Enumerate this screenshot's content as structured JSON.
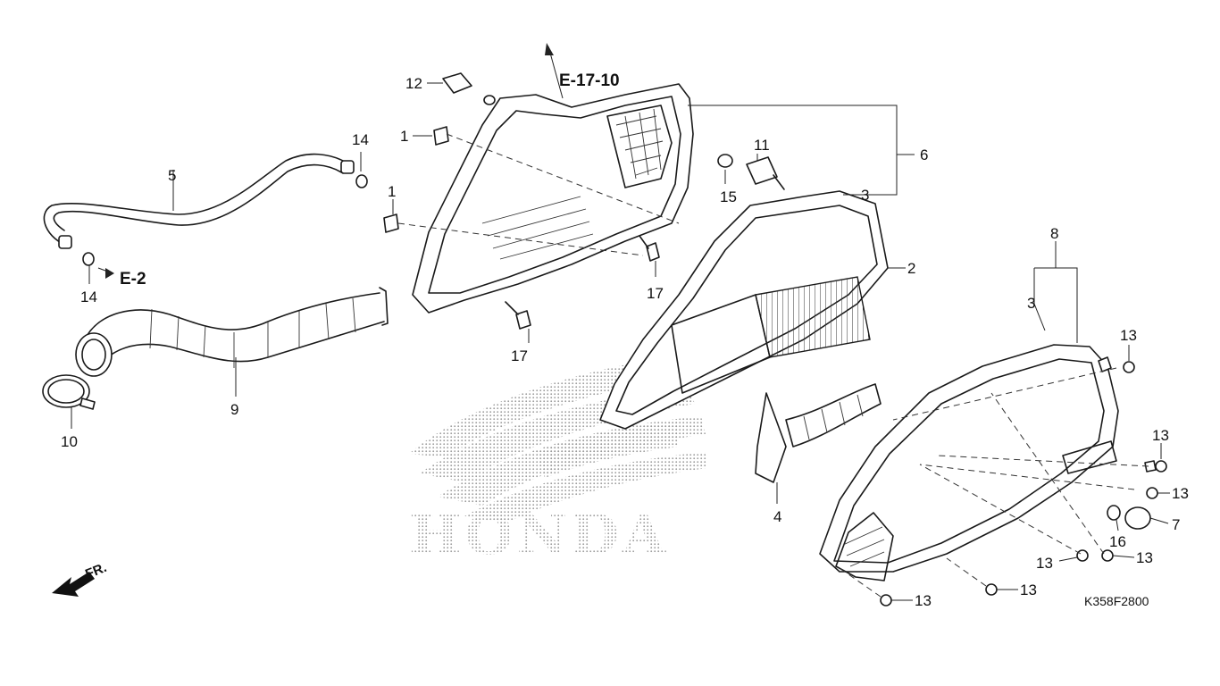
{
  "diagram": {
    "code": "K358F2800",
    "watermark": "HONDA",
    "direction_label": "FR.",
    "references": [
      "E-17-10",
      "E-2"
    ],
    "callouts": {
      "c1a": "1",
      "c1b": "1",
      "c2": "2",
      "c3a": "3",
      "c3b": "3",
      "c4": "4",
      "c5": "5",
      "c6": "6",
      "c7": "7",
      "c8": "8",
      "c9": "9",
      "c10": "10",
      "c11": "11",
      "c12": "12",
      "c13a": "13",
      "c13b": "13",
      "c13c": "13",
      "c13d": "13",
      "c13e": "13",
      "c13f": "13",
      "c13g": "13",
      "c14a": "14",
      "c14b": "14",
      "c15": "15",
      "c16": "16",
      "c17a": "17",
      "c17b": "17"
    }
  }
}
